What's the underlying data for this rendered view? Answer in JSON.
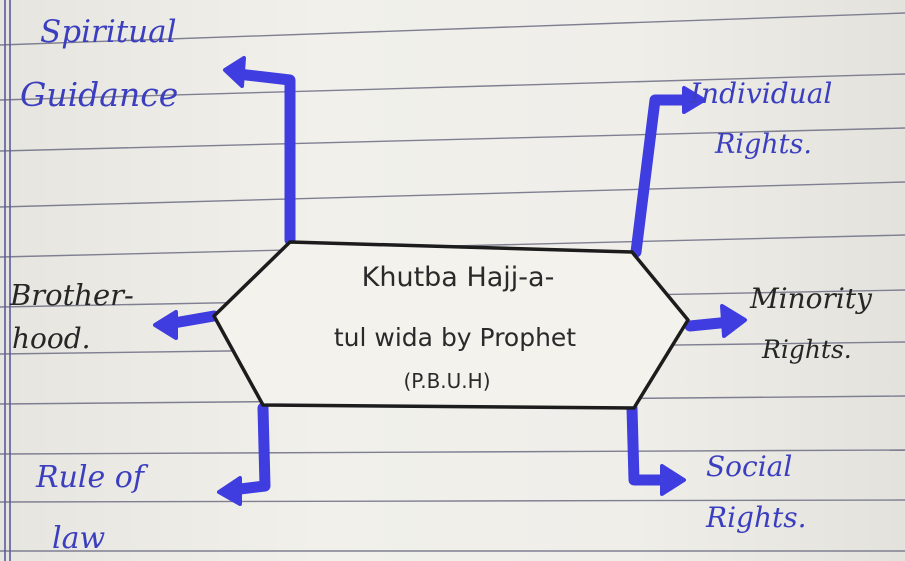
{
  "center": {
    "line1": "Khutba Hajj-a-",
    "line2": "tul wida by Prophet",
    "line3": "(P.B.U.H)"
  },
  "branches": {
    "spiritual": {
      "line1": "Spiritual",
      "line2": "Guidance"
    },
    "individual": {
      "line1": "Individual",
      "line2": "Rights."
    },
    "brotherhood": {
      "line1": "Brother-",
      "line2": "hood."
    },
    "minority": {
      "line1": "Minority",
      "line2": "Rights."
    },
    "rule": {
      "line1": "Rule of",
      "line2": "law"
    },
    "social": {
      "line1": "Social",
      "line2": "Rights."
    }
  },
  "colors": {
    "ink_blue": "#3f3ce0",
    "label_blue": "#3b3fbf",
    "ink_black": "#1c1c1c",
    "rule_line": "#7f7f92",
    "margin_line": "#5a5aa0",
    "paper": "#eeede8"
  }
}
